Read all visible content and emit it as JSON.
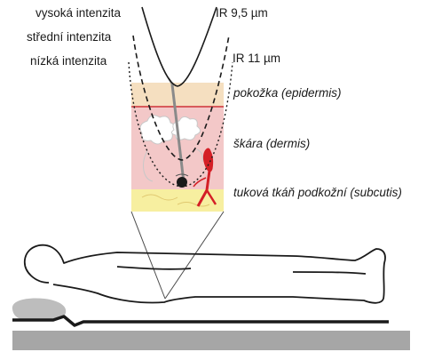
{
  "labels": {
    "high": "vysoká intenzita",
    "medium": "střední intenzita",
    "low": "nízká intenzita",
    "ir95": "IR 9,5 µm",
    "ir11": "IR 11 µm",
    "epidermis": "pokožka (epidermis)",
    "dermis": "škára (dermis)",
    "subcutis": "tuková tkáň podkožní (subcutis)"
  },
  "colors": {
    "epidermis": "#f5dfc0",
    "dermis": "#f3c8c8",
    "subcutis": "#f7efa0",
    "vessel": "#d41f26",
    "mat": "#a6a6a6",
    "pillow": "#bdbdbd"
  },
  "icons": {
    "hair": "hair-follicle-icon",
    "vessel": "blood-vessel-icon",
    "person": "lying-person-outline",
    "pillow": "pillow-icon",
    "mattress": "mattress-icon"
  }
}
